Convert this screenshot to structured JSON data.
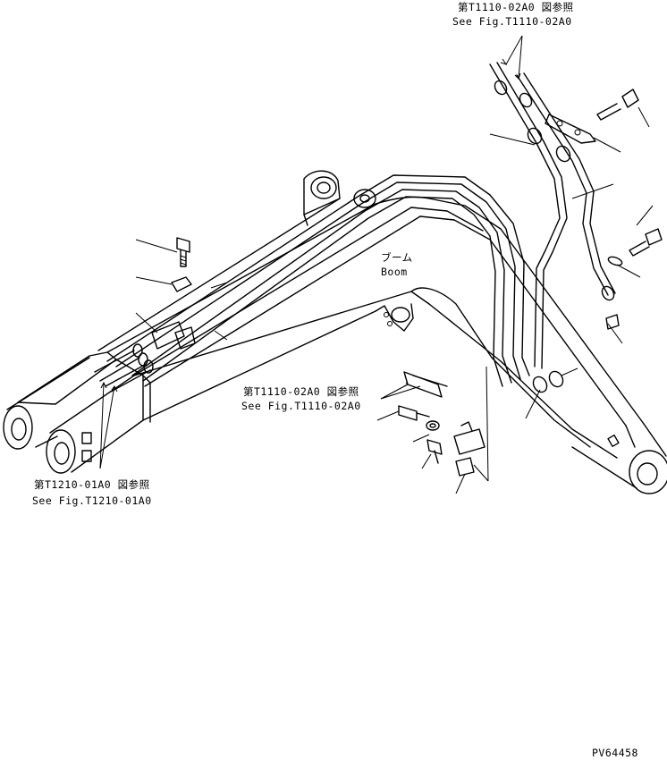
{
  "ref_top": {
    "jp": "第T1110-02A0 図参照",
    "en": "See Fig.T1110-02A0"
  },
  "ref_middle": {
    "jp": "第T1110-02A0 図参照",
    "en": "See Fig.T1110-02A0"
  },
  "ref_left": {
    "jp": "第T1210-01A0 図参照",
    "en": "See Fig.T1210-01A0"
  },
  "part_label": {
    "jp": "ブーム",
    "en": "Boom"
  },
  "drawing_number": "PV64458"
}
